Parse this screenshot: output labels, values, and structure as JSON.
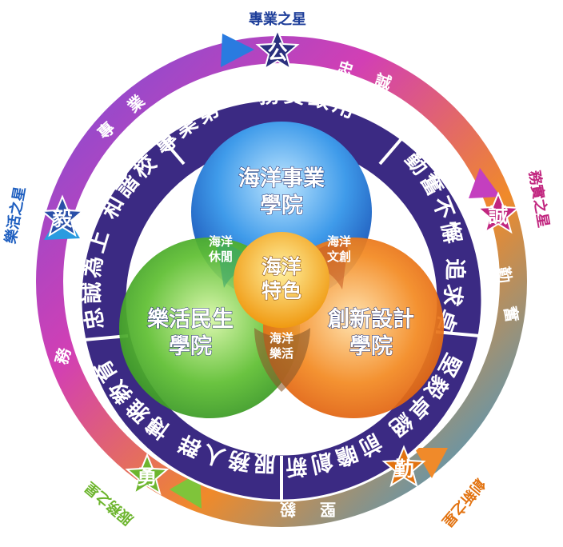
{
  "ring": {
    "top": "專業第一 務實致用",
    "right": "勤奮不懈 追求卓越",
    "bottom_right": "堅毅卓絕 前瞻創新",
    "bottom_left": "服務人群 博雅教育",
    "left": "忠誠為上 和諧校園"
  },
  "arrows": {
    "top_left": "專業",
    "top_right": "忠誠",
    "right": "勤奮",
    "bottom": "堅毅",
    "left": "服務"
  },
  "stars": {
    "top": {
      "char": "公",
      "label": "專業之星"
    },
    "right": {
      "char": "誠",
      "label": "務實之星"
    },
    "bottom_right": {
      "char": "勤",
      "label": "創新之星"
    },
    "bottom_left": {
      "char": "勇",
      "label": "服務之星"
    },
    "left": {
      "char": "毅",
      "label": "樂活之星"
    }
  },
  "circles": {
    "top": {
      "line1": "海洋事業",
      "line2": "學院"
    },
    "left": {
      "line1": "樂活民生",
      "line2": "學院"
    },
    "right": {
      "line1": "創新設計",
      "line2": "學院"
    }
  },
  "overlaps": {
    "top_left": {
      "line1": "海洋",
      "line2": "休閒"
    },
    "top_right": {
      "line1": "海洋",
      "line2": "文創"
    },
    "bottom": {
      "line1": "海洋",
      "line2": "樂活"
    }
  },
  "center": {
    "line1": "海洋",
    "line2": "特色"
  },
  "colors": {
    "ring_purple": "#3b2a83",
    "circle_blue": "#1f6fd0",
    "circle_green": "#3aa52c",
    "circle_orange": "#ef6a10",
    "center_yellow": "#f6a81b"
  }
}
